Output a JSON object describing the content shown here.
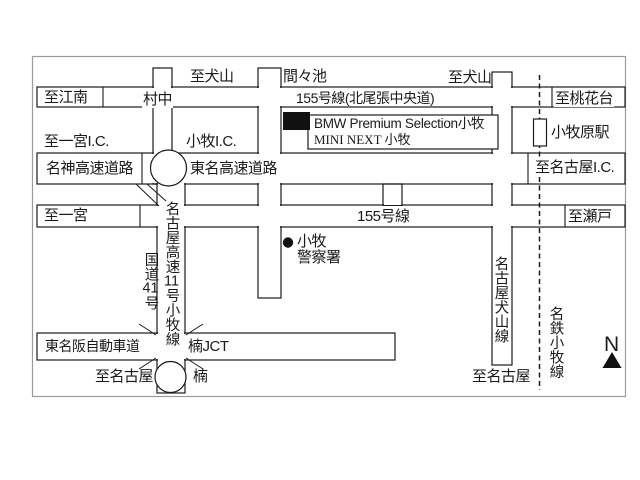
{
  "colors": {
    "background": "#ffffff",
    "ink": "#1a1a1a",
    "frame": "#9b9b9b",
    "marker_fill": "#111111"
  },
  "icons": {
    "dealer_marker": "black-rectangle",
    "police_dot": "black-filled-circle",
    "interchange_circle": "open-circle",
    "station_marker": "white-rect-on-railway",
    "north_arrow": "filled-triangle-up",
    "railway": "dashed-line"
  },
  "labels": {
    "to_konan": "至江南",
    "muranaka": "村中",
    "to_inuyama_left": "至犬山",
    "mamaike": "間々池",
    "route155_kitaowari": "155号線(北尾張中央道)",
    "to_tokadai": "至桃花台",
    "to_inuyama_right": "至犬山",
    "to_ichinomiya_ic": "至一宮I.C.",
    "komaki_ic": "小牧I.C.",
    "bmw_line1": "BMW Premium Selection小牧",
    "bmw_line2": "MINI NEXT 小牧",
    "komakihara_station": "小牧原駅",
    "meishin_expwy": "名神高速道路",
    "tomei_expwy": "東名高速道路",
    "to_nagoya_ic": "至名古屋I.C.",
    "to_ichinomiya": "至一宮",
    "route155": "155号線",
    "to_seto": "至瀬戸",
    "komaki_police1": "小牧",
    "komaki_police2": "警察署",
    "nagoya_expwy11": {
      "pre": "名古屋高速",
      "num": "11",
      "post": "号小牧線"
    },
    "route41": {
      "pre": "国道",
      "num": "41",
      "post": "号"
    },
    "higashimeihan_expwy": "東名阪自動車道",
    "kusunoki_jct": "楠JCT",
    "to_nagoya_bottom_left": "至名古屋",
    "kusunoki": "楠",
    "nagoya_inuyama_line": "名古屋犬山線",
    "to_nagoya_bottom_right": "至名古屋",
    "meitetsu_komaki_line": "名鉄小牧線",
    "compass_n": "N"
  }
}
